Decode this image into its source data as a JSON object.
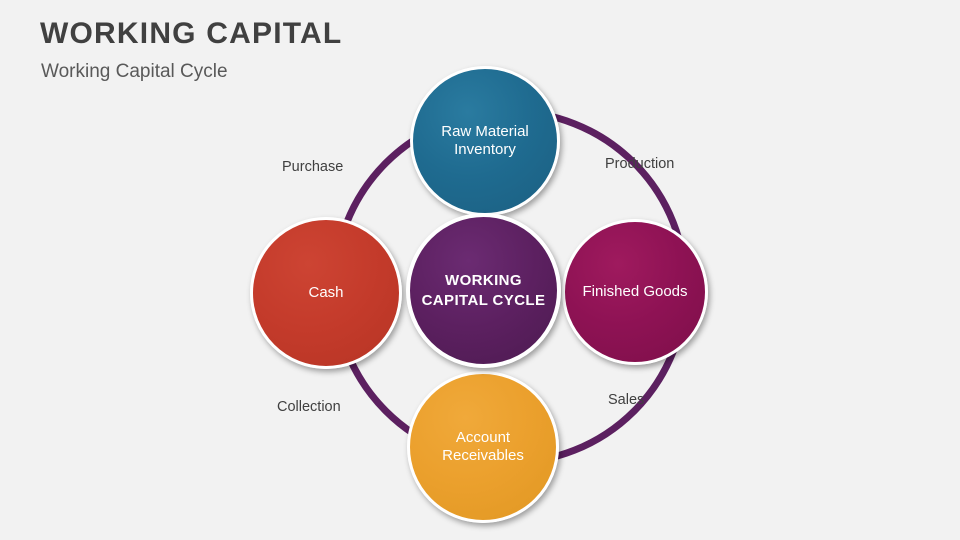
{
  "header": {
    "title": "WORKING CAPITAL",
    "subtitle": "Working Capital Cycle"
  },
  "diagram": {
    "center": {
      "label": "WORKING CAPITAL CYCLE",
      "color": "#5c2060"
    },
    "nodes": [
      {
        "id": "raw-material-inventory",
        "label": "Raw Material Inventory",
        "color": "#1f6b90"
      },
      {
        "id": "finished-goods",
        "label": "Finished Goods",
        "color": "#8e1254"
      },
      {
        "id": "account-receivables",
        "label": "Account Receivables",
        "color": "#eba02d"
      },
      {
        "id": "cash",
        "label": "Cash",
        "color": "#c43b2b"
      }
    ],
    "edge_labels": [
      {
        "id": "purchase",
        "label": "Purchase"
      },
      {
        "id": "production",
        "label": "Production"
      },
      {
        "id": "sales",
        "label": "Sales"
      },
      {
        "id": "collection",
        "label": "Collection"
      }
    ],
    "ring_color": "#5c2060",
    "background_color": "#f2f2f2"
  }
}
